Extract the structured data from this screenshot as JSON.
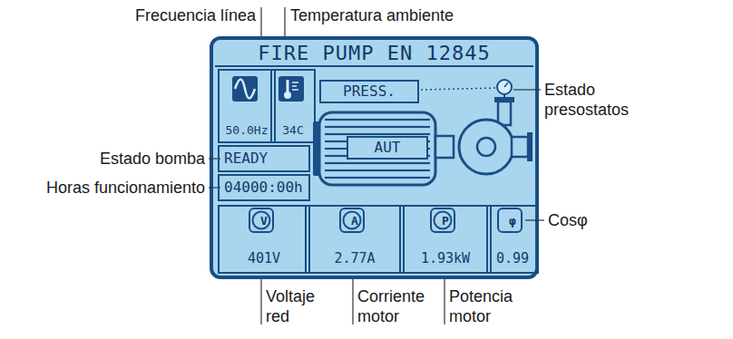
{
  "diagram": {
    "nodes": [
      {
        "text": [
          "FIRE PUMP EN 12845"
        ]
      },
      {
        "text": [
          "50.0Hz"
        ],
        "in": 0
      },
      {
        "text": [
          "34C"
        ],
        "in": 0
      },
      {
        "text": [
          "PRESS."
        ],
        "in": 0
      },
      {
        "text": [
          "READY"
        ],
        "in": 0
      },
      {
        "text": [
          "04000:00h"
        ],
        "in": 0
      },
      {
        "text": [
          "AUT"
        ],
        "in": 0
      },
      {
        "text": [
          "V",
          "401V"
        ],
        "in": 0
      },
      {
        "text": [
          "A",
          "2.77A"
        ],
        "in": 0
      },
      {
        "text": [
          "P",
          "1.93kW"
        ],
        "in": 0
      },
      {
        "text": [
          "φ",
          "0.99"
        ],
        "in": 0
      }
    ],
    "labels": [
      "Frecuencia línea",
      "Temperatura ambiente",
      "Estado presostatos",
      "Estado bomba",
      "Horas funcionamiento",
      "Cosφ",
      "Voltaje red",
      "Corriente motor",
      "Potencia motor"
    ]
  }
}
